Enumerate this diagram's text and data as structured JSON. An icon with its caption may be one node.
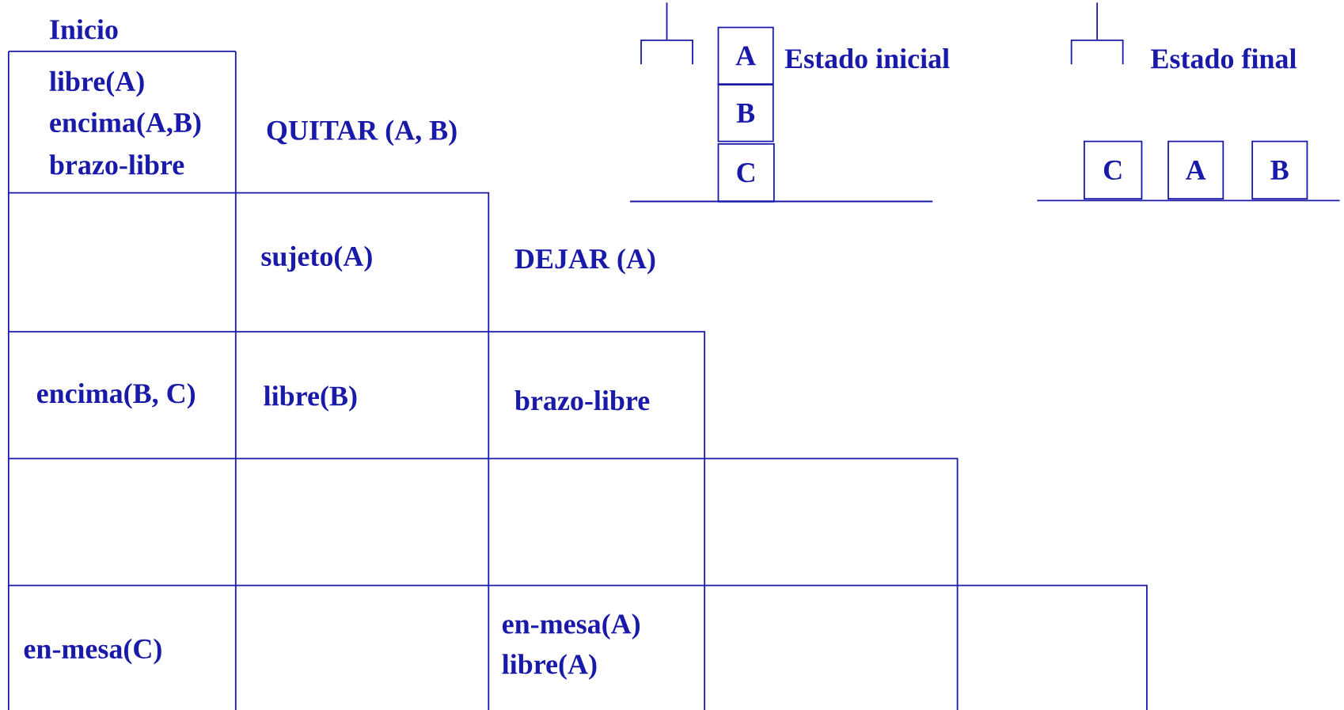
{
  "diagram": {
    "nodes": [
      {
        "text": [
          "A"
        ]
      },
      {
        "text": [
          "B"
        ]
      },
      {
        "text": [
          "C"
        ]
      },
      {
        "text": [
          "C"
        ]
      },
      {
        "text": [
          "A"
        ]
      },
      {
        "text": [
          "B"
        ]
      }
    ],
    "labels": [
      "Inicio",
      "Estado inicial",
      "Estado final",
      "libre(A)",
      "encima(A,B)",
      "QUITAR (A, B)",
      "brazo-libre",
      "sujeto(A)",
      "DEJAR (A)",
      "encima(B, C)",
      "libre(B)",
      "brazo-libre",
      "en-mesa(C)",
      "en-mesa(A)",
      "libre(A)"
    ]
  }
}
